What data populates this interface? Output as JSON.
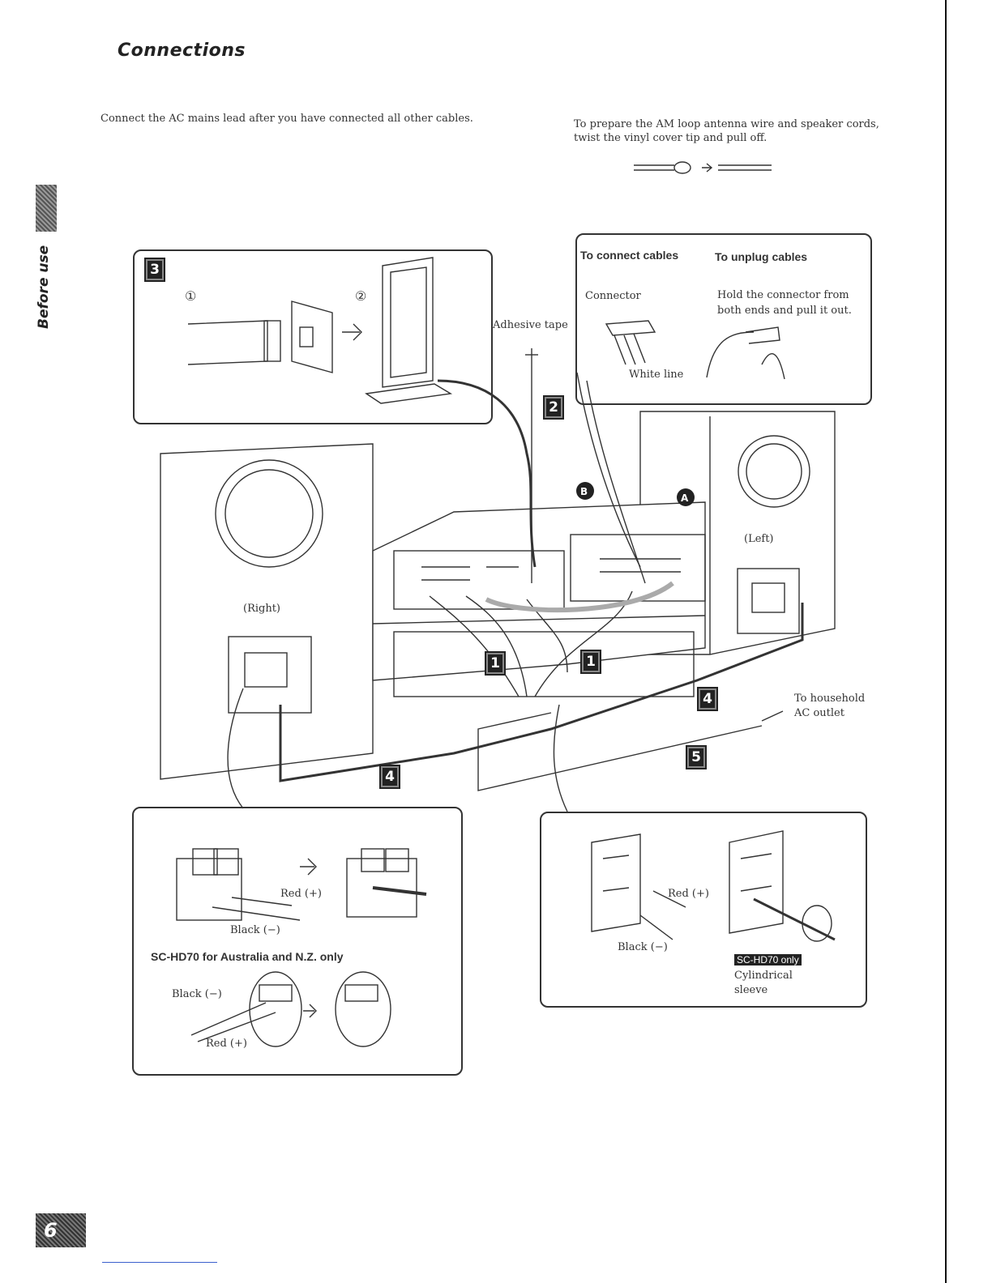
{
  "page": {
    "title": "Connections",
    "side_label": "Before use",
    "page_number": "6"
  },
  "intro": {
    "left": "Connect the AC mains lead after you have connected all other cables.",
    "right_line1": "To prepare the AM loop antenna wire and speaker cords,",
    "right_line2": "twist the vinyl cover tip and pull off."
  },
  "steps": {
    "s1": "1",
    "s2": "2",
    "s3": "3",
    "s4": "4",
    "s5": "5"
  },
  "antenna_panel": {
    "circle1": "①",
    "circle2": "②"
  },
  "labels": {
    "adhesive_tape": "Adhesive tape",
    "right_speaker": "(Right)",
    "left_speaker": "(Left)",
    "outlet_line1": "To household",
    "outlet_line2": "AC outlet",
    "marker_a": "A",
    "marker_b": "B"
  },
  "cable_panel": {
    "connect_heading": "To connect cables",
    "unplug_heading": "To unplug cables",
    "connector": "Connector",
    "white_line": "White line",
    "unplug_text_line1": "Hold the connector from",
    "unplug_text_line2": "both ends and pull it out."
  },
  "speaker_left_panel": {
    "red": "Red (+)",
    "black": "Black (−)",
    "model_note": "SC-HD70 for Australia and N.Z. only",
    "black2": "Black (−)",
    "red2": "Red (+)"
  },
  "speaker_right_panel": {
    "red": "Red (+)",
    "black": "Black (−)",
    "badge": "SC-HD70 only",
    "sleeve_line1": "Cylindrical",
    "sleeve_line2": "sleeve"
  }
}
